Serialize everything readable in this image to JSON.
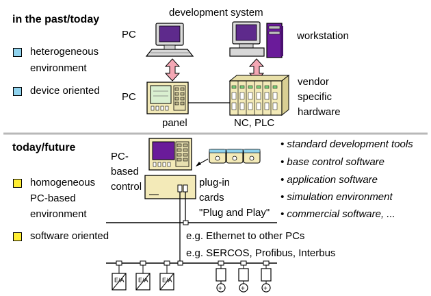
{
  "colors": {
    "bullet_blue": "#8fd3ee",
    "bullet_yellow": "#ffee33",
    "arrow_fill": "#f4a7b4",
    "device_beige": "#f3eab8",
    "screen_green": "#d9efd0",
    "pc_purple": "#6a1b9a",
    "divider": "#b8b8b8"
  },
  "past": {
    "heading": "in the past/today",
    "items": [
      "heterogeneous",
      "environment",
      "device oriented"
    ],
    "labels": {
      "development_system": "development system",
      "pc_top": "PC",
      "workstation": "workstation",
      "pc_bottom": "PC",
      "vendor": [
        "vendor",
        "specific",
        "hardware"
      ],
      "panel": "panel",
      "nc_plc": "NC, PLC"
    }
  },
  "future": {
    "heading": "today/future",
    "items": [
      "homogeneous",
      "PC-based",
      "environment",
      "software oriented"
    ],
    "labels": {
      "pc_based": [
        "PC-",
        "based",
        "control"
      ],
      "plug_in": [
        "plug-in",
        "cards"
      ],
      "plug_and_play": "\"Plug and Play\"",
      "ethernet": "e.g. Ethernet to other PCs",
      "fieldbus": "e.g. SERCOS, Profibus, Interbus"
    },
    "features": [
      "standard development tools",
      "base control software",
      "application software",
      "simulation environment",
      "commercial software, ..."
    ]
  },
  "io_modules": {
    "converter_label": "E/A",
    "sensor_symbol": "+"
  }
}
